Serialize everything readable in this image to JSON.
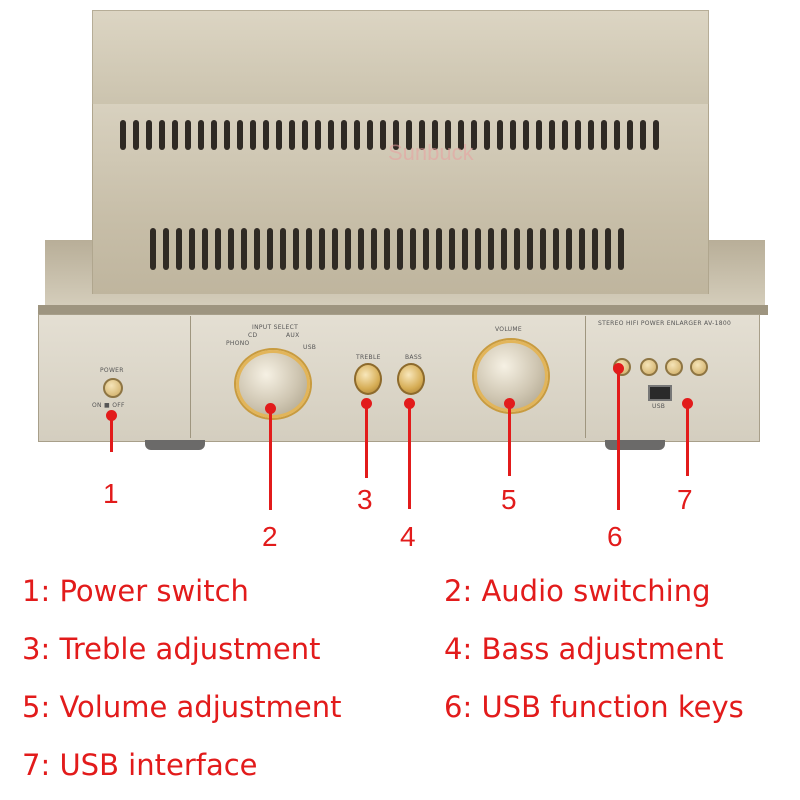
{
  "product": {
    "watermark": "Sunbuck",
    "model_label": "STEREO HIFI POWER ENLARGER AV-1800",
    "power_label": "POWER",
    "power_states": "ON ■ OFF",
    "input_select_label": "INPUT SELECT",
    "input_options": [
      "PHONO",
      "CD",
      "AUX",
      "USB"
    ],
    "treble_label": "TREBLE",
    "bass_label": "BASS",
    "volume_label": "VOLUME",
    "usb_label": "USB"
  },
  "callouts": {
    "c1": "1",
    "c2": "2",
    "c3": "3",
    "c4": "4",
    "c5": "5",
    "c6": "6",
    "c7": "7"
  },
  "legend": {
    "item1": "1: Power switch",
    "item2": "2: Audio switching",
    "item3": "3: Treble adjustment",
    "item4": "4: Bass adjustment",
    "item5": "5: Volume adjustment",
    "item6": "6: USB function keys",
    "item7": "7: USB interface"
  },
  "colors": {
    "callout_red": "#e21b1b",
    "brushed_gold": "#d6cfbd",
    "knob_gold": "#d6ad55"
  }
}
